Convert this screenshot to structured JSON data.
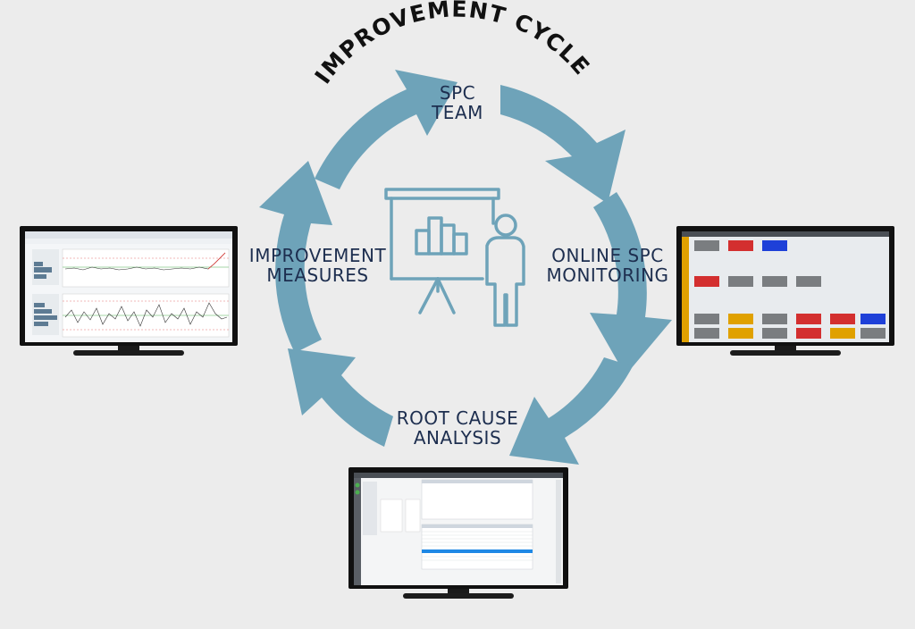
{
  "diagram": {
    "title": "IMPROVEMENT CYCLE",
    "stages": [
      {
        "id": "spc-team",
        "lines": [
          "SPC",
          "TEAM"
        ]
      },
      {
        "id": "online-spc",
        "lines": [
          "ONLINE SPC",
          "MONITORING"
        ]
      },
      {
        "id": "root-cause",
        "lines": [
          "ROOT CAUSE",
          "ANALYSIS"
        ]
      },
      {
        "id": "improvement",
        "lines": [
          "IMPROVEMENT",
          "MEASURES"
        ]
      }
    ],
    "center_icon": "presentation-person-icon",
    "colors": {
      "arrow": "#6ea3b9",
      "icon": "#6ea3b9",
      "text": "#1d2e4f",
      "background": "#ececec"
    }
  },
  "monitors": [
    {
      "id": "monitor-left",
      "content": "control-chart-screen"
    },
    {
      "id": "monitor-right",
      "content": "spc-dashboard-screen"
    },
    {
      "id": "monitor-bottom",
      "content": "event-log-screen"
    }
  ]
}
